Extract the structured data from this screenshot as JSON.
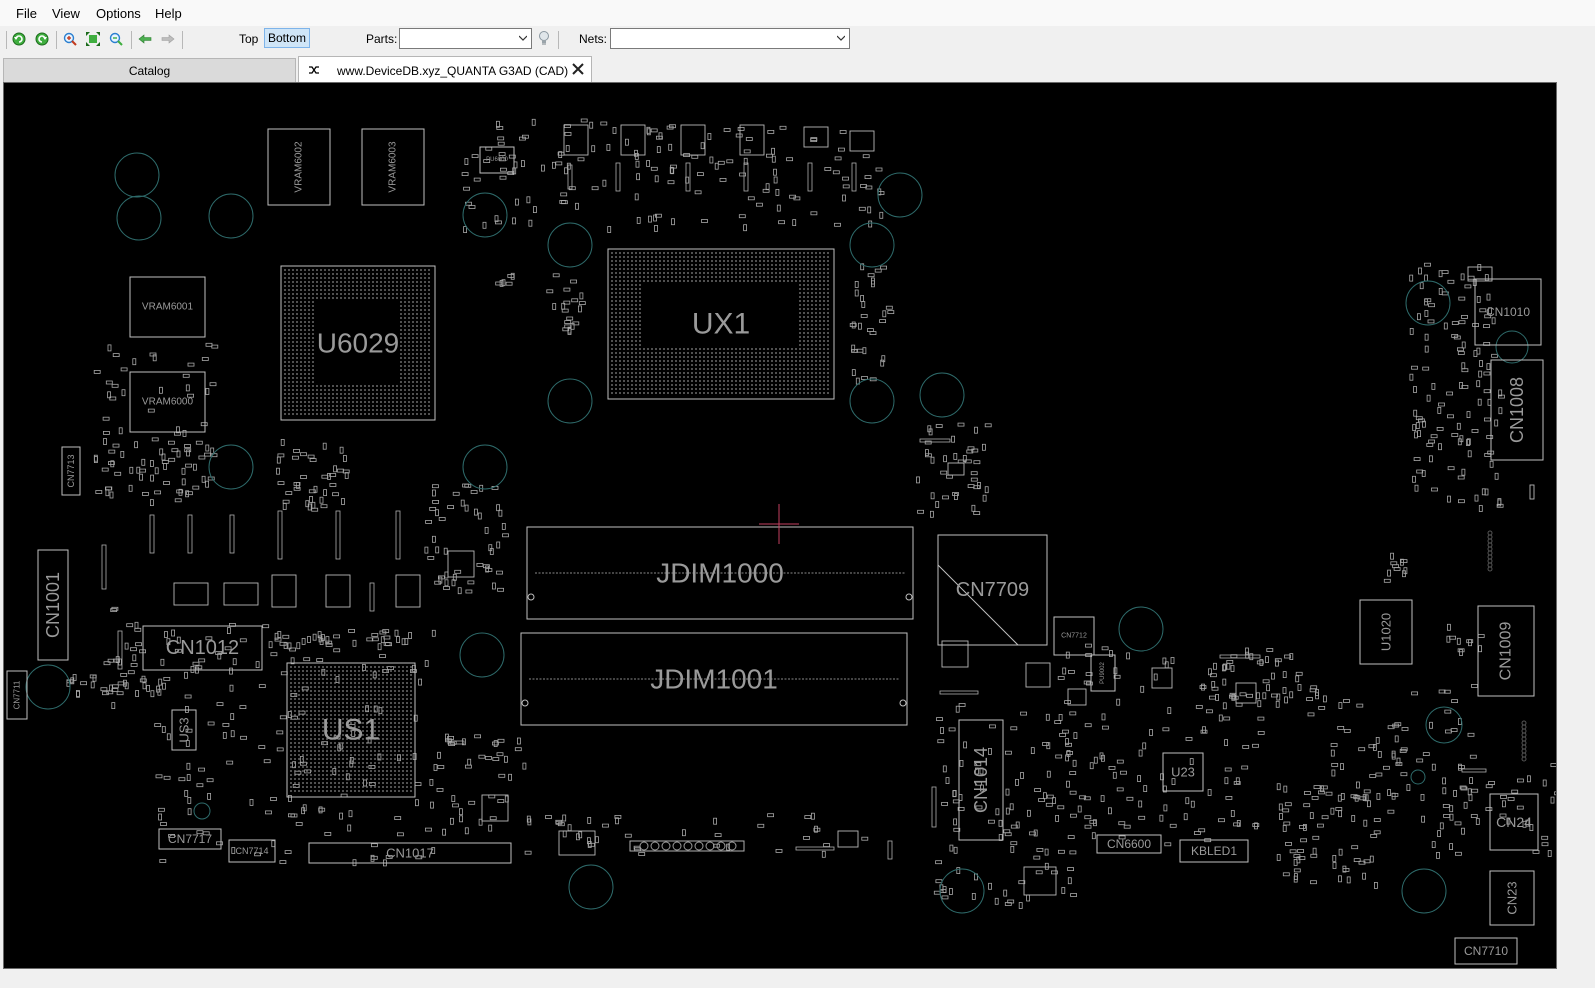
{
  "menu": {
    "file": "File",
    "view": "View",
    "options": "Options",
    "help": "Help"
  },
  "toolbar": {
    "top_label": "Top",
    "bottom_label": "Bottom",
    "parts_label": "Parts:",
    "parts_value": "",
    "nets_label": "Nets:",
    "nets_value": "",
    "icons": [
      "rotate-left-icon",
      "rotate-right-icon",
      "zoom-in-icon",
      "zoom-fit-icon",
      "zoom-out-icon",
      "back-arrow-icon",
      "forward-arrow-icon",
      "light-bulb-icon"
    ]
  },
  "tabs": {
    "catalog": "Catalog",
    "active": "www.DeviceDB.xyz_QUANTA G3AD (CAD)"
  },
  "board": {
    "large": {
      "ux1": "UX1",
      "u6029": "U6029",
      "jdim1000": "JDIM1000",
      "jdim1001": "JDIM1001",
      "us1": "US1",
      "cn7709": "CN7709",
      "cn1012": "CN1012",
      "cn1001": "CN1001",
      "cn1014": "CN1014",
      "cn1008": "CN1008",
      "cn1009": "CN1009",
      "cn1010": "CN1010",
      "u1020": "U1020",
      "u23": "U23",
      "cn24": "CN24",
      "cn23": "CN23",
      "cn7710": "CN7710",
      "cn6600": "CN6600",
      "kbled1": "KBLED1",
      "cn1017": "CN1017",
      "cn7717": "CN7717",
      "cn7714": "CN7714",
      "cn7713": "CN7713",
      "cn7711": "CN7711",
      "us3": "US3",
      "vram6000": "VRAM6000",
      "vram6001": "VRAM6001",
      "vram6002": "VRAM6002",
      "vram6003": "VRAM6003",
      "cn7712": "CN7712",
      "pu9002": "PU9002",
      "pu6000": "PU6000"
    }
  },
  "colors": {
    "board_bg": "#000000",
    "outline": "#bfbfbf",
    "label": "#9a9a9a",
    "via": "#2e6b6b",
    "cursor": "#c44060"
  }
}
